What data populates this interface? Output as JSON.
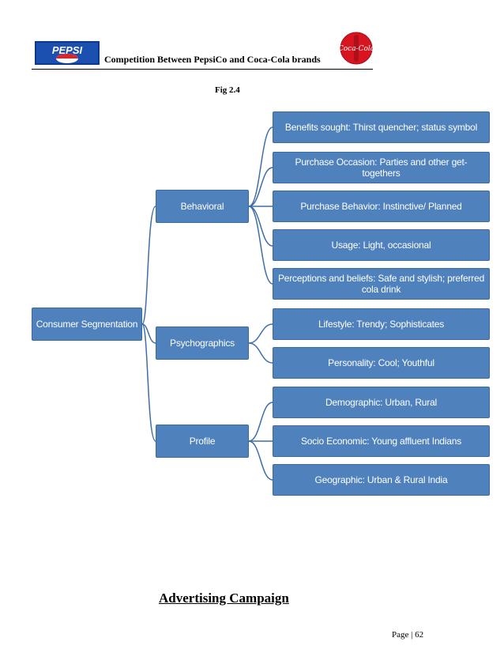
{
  "header": {
    "pepsi_logo_text": "PEPSI",
    "title": "Competition Between PepsiCo and Coca-Cola brands",
    "coke_logo_text": "Coca-Cola"
  },
  "figure": {
    "label": "Fig 2.4",
    "root": "Consumer Segmentation",
    "categories": [
      "Behavioral",
      "Psychographics",
      "Profile"
    ],
    "behavioral": [
      "Benefits sought: Thirst quencher; status symbol",
      "Purchase Occasion: Parties and other get-togethers",
      "Purchase Behavior: Instinctive/ Planned",
      "Usage: Light, occasional",
      "Perceptions and beliefs: Safe and stylish; preferred cola drink"
    ],
    "psychographics": [
      "Lifestyle: Trendy; Sophisticates",
      "Personality: Cool; Youthful"
    ],
    "profile": [
      "Demographic: Urban, Rural",
      "Socio Economic: Young affluent Indians",
      "Geographic: Urban & Rural India"
    ],
    "box_color": "#4f81bd"
  },
  "section_heading": "Advertising Campaign",
  "page_number": "Page | 62"
}
